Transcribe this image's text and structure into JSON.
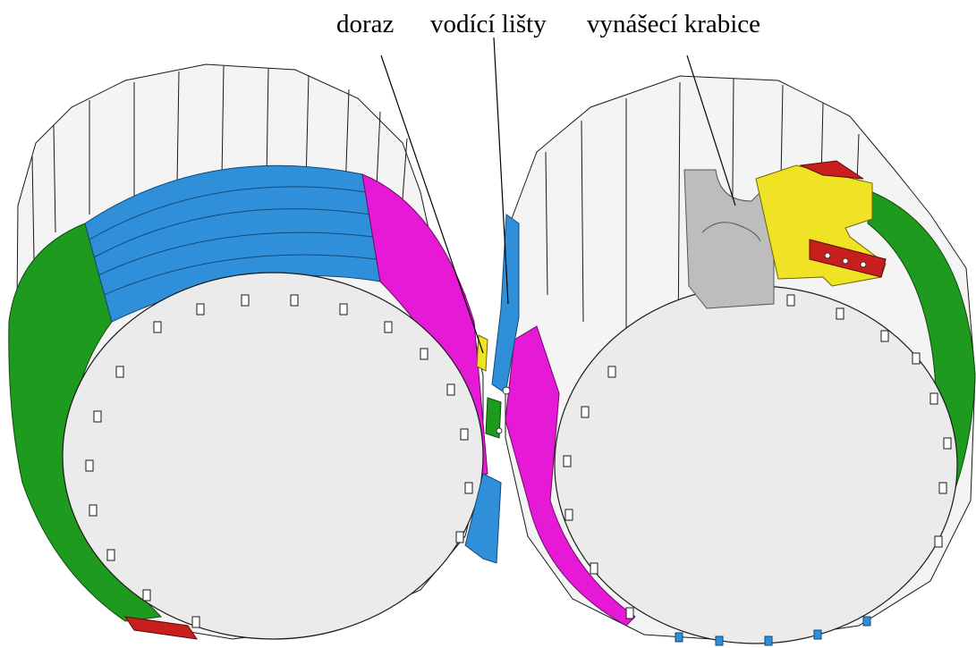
{
  "labels": {
    "stop": "doraz",
    "guide_rails": "vodící lišty",
    "lifting_box": "vynášecí krabice"
  },
  "colors": {
    "cylinder_face": "#ebebeb",
    "cylinder_body": "#f4f4f4",
    "outline": "#1a1a1a",
    "guide_rail": "#2f8fd8",
    "stop": "#e619d6",
    "segment_green": "#1e9a1e",
    "lifting_box": "#f0e325",
    "box_gray": "#bdbdbd",
    "accent_red": "#c81e1e"
  }
}
